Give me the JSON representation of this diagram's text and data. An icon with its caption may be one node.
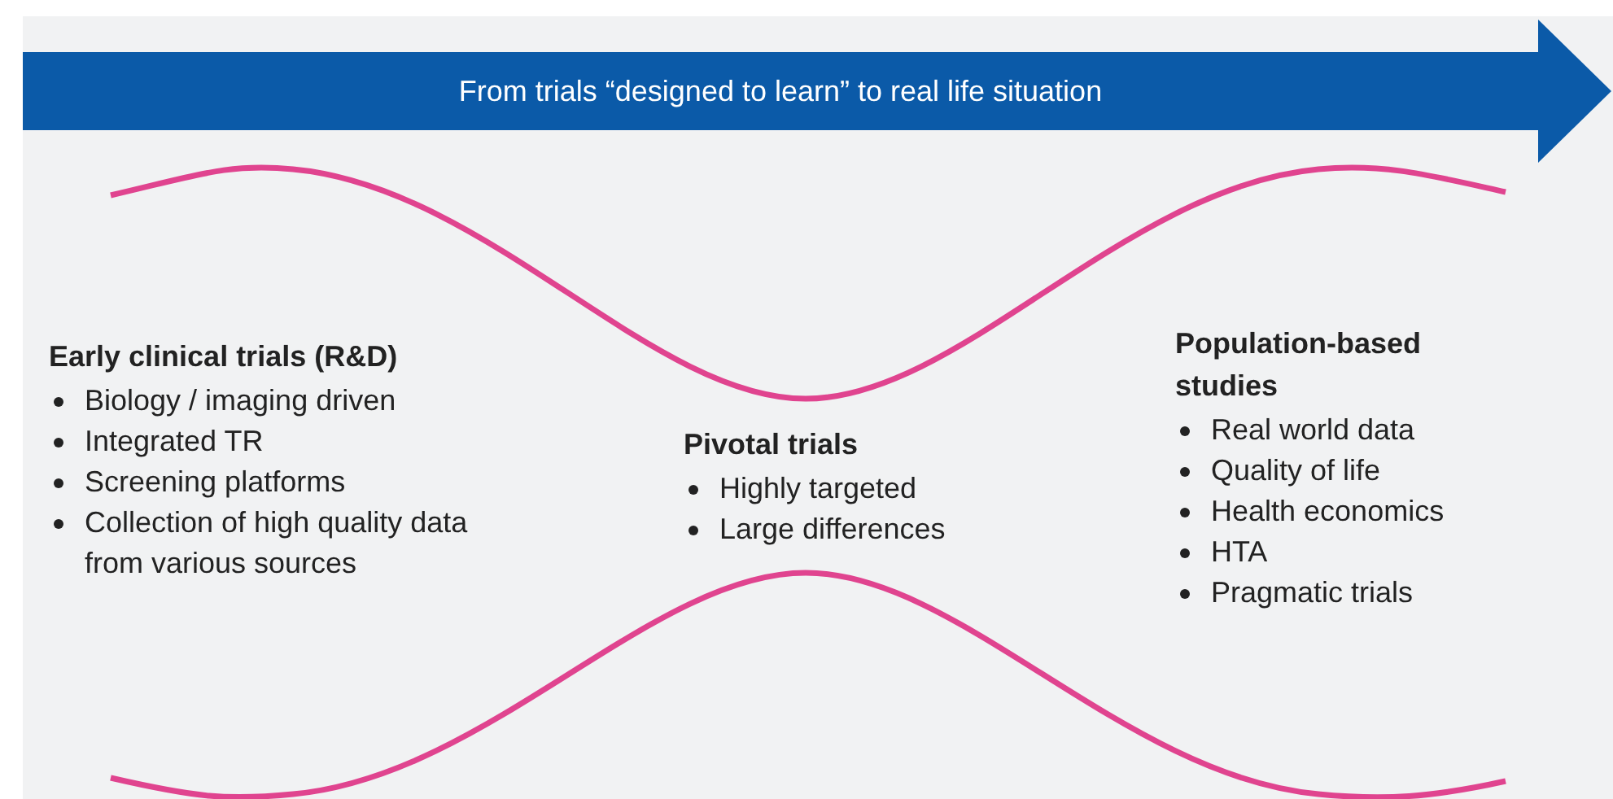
{
  "diagram": {
    "nodes": [
      {
        "text": [
          "From trials “designed to learn” to real life situation"
        ]
      },
      {
        "text": [
          "Early clinical trials (R&D)",
          "Biology / imaging driven",
          "Integrated TR",
          "Screening platforms",
          "Collection of high quality data from various sources"
        ]
      },
      {
        "text": [
          "Pivotal trials",
          "Highly targeted",
          "Large differences"
        ]
      },
      {
        "text": [
          "Population-based studies",
          "Real world data",
          "Quality of life",
          "Health economics",
          "HTA",
          "Pragmatic trials"
        ]
      }
    ]
  }
}
